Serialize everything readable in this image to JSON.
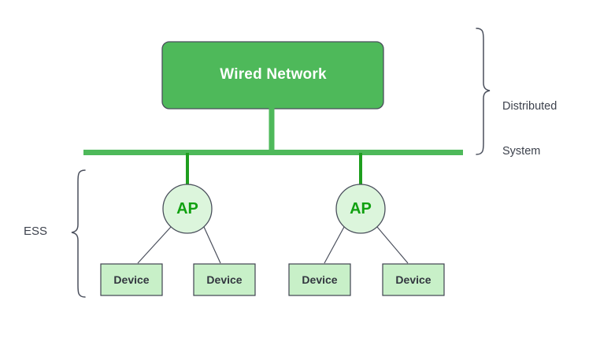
{
  "diagram": {
    "title_node": {
      "label": "Wired Network",
      "fill": "#4eb95a",
      "stroke": "#3f4450",
      "text_color": "#ffffff"
    },
    "bus": {
      "color": "#4eb95a",
      "name": "distribution-bus"
    },
    "access_points": [
      {
        "label": "AP",
        "fill": "#dcf5dc",
        "stroke": "#3f4450",
        "text_color": "#11a111"
      },
      {
        "label": "AP",
        "fill": "#dcf5dc",
        "stroke": "#3f4450",
        "text_color": "#11a111"
      }
    ],
    "devices": [
      {
        "label": "Device",
        "fill": "#c8f0c8",
        "stroke": "#3f4450",
        "text_color": "#32363f"
      },
      {
        "label": "Device",
        "fill": "#c8f0c8",
        "stroke": "#3f4450",
        "text_color": "#32363f"
      },
      {
        "label": "Device",
        "fill": "#c8f0c8",
        "stroke": "#3f4450",
        "text_color": "#32363f"
      },
      {
        "label": "Device",
        "fill": "#c8f0c8",
        "stroke": "#3f4450",
        "text_color": "#32363f"
      }
    ],
    "annotations": {
      "left_brace_label": "ESS",
      "right_brace_label_line1": "Distributed",
      "right_brace_label_line2": "System",
      "brace_color": "#4a4f5c",
      "label_color": "#3d424d"
    },
    "link_color": "#4a4f5c",
    "trunk_color": "#1e9e1e",
    "background": "#ffffff"
  }
}
